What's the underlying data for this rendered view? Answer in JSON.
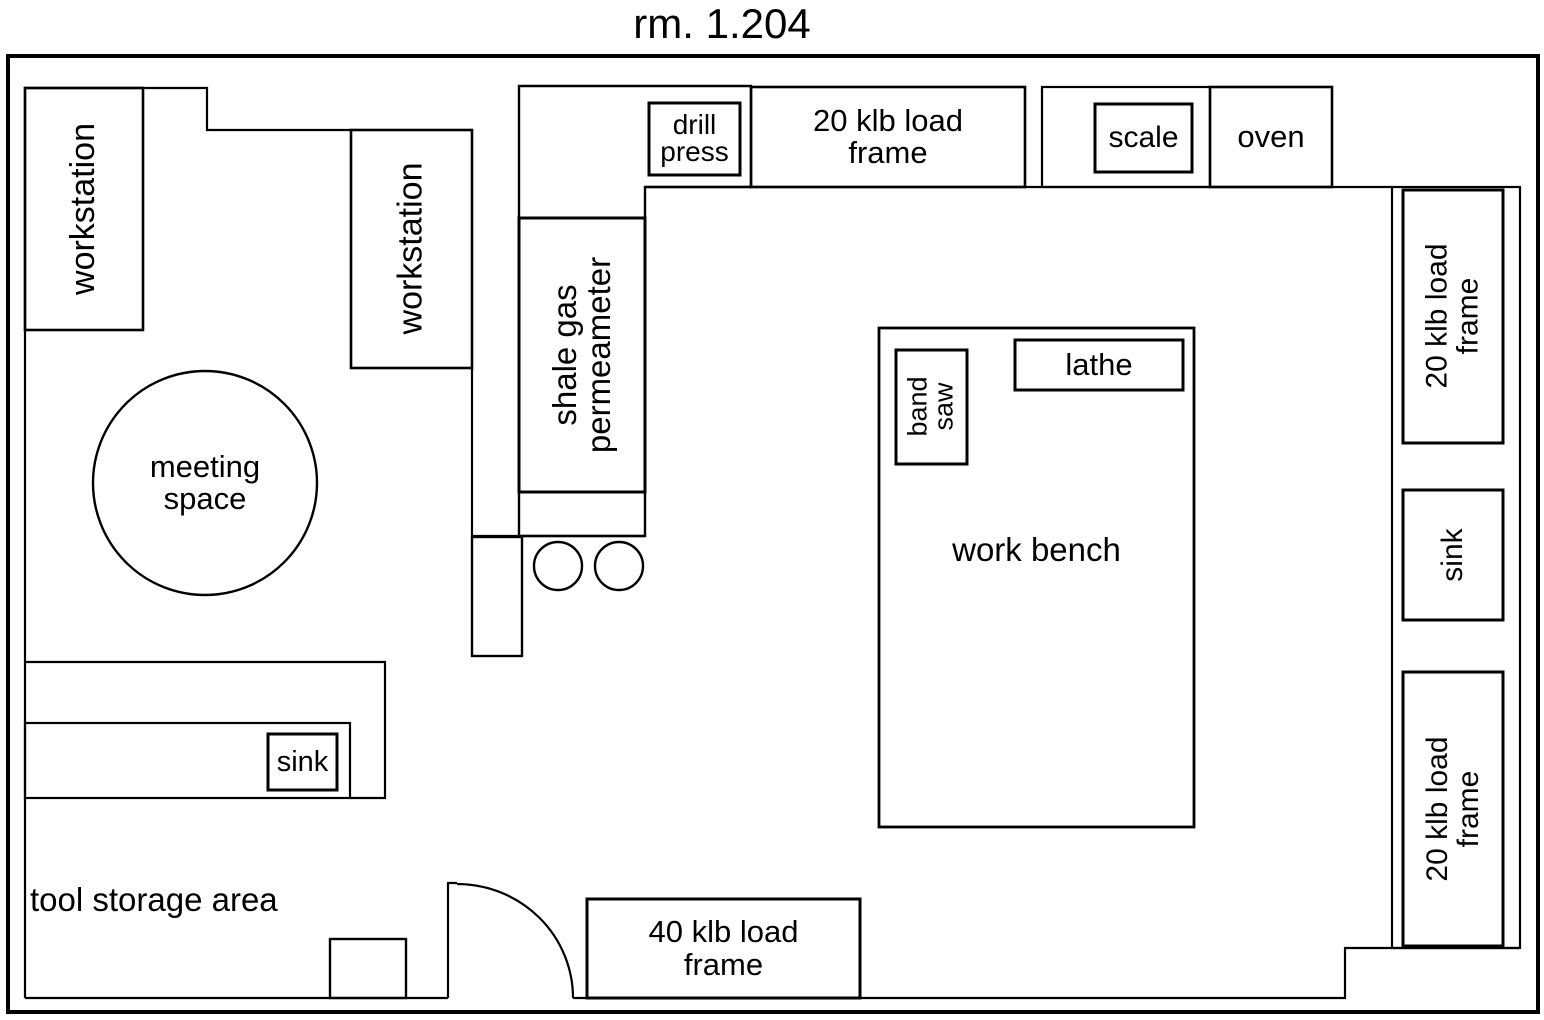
{
  "title": "rm. 1.204",
  "colors": {
    "line": "#000000",
    "background": "#ffffff"
  },
  "areas": {
    "meeting_space": "meeting\nspace",
    "tool_storage": "tool storage area"
  },
  "equipment": {
    "workstation_nw": "workstation",
    "workstation_mid": "workstation",
    "drill_press": "drill\npress",
    "load_frame_20_top": "20 klb load\nframe",
    "scale": "scale",
    "oven": "oven",
    "shale_gas_permeameter": "shale gas\npermeameter",
    "band_saw": "band\nsaw",
    "lathe": "lathe",
    "work_bench": "work bench",
    "load_frame_20_right_upper": "20 klb load\nframe",
    "sink_right": "sink",
    "load_frame_20_right_lower": "20 klb load\nframe",
    "sink_left": "sink",
    "load_frame_40": "40 klb load\nframe"
  }
}
